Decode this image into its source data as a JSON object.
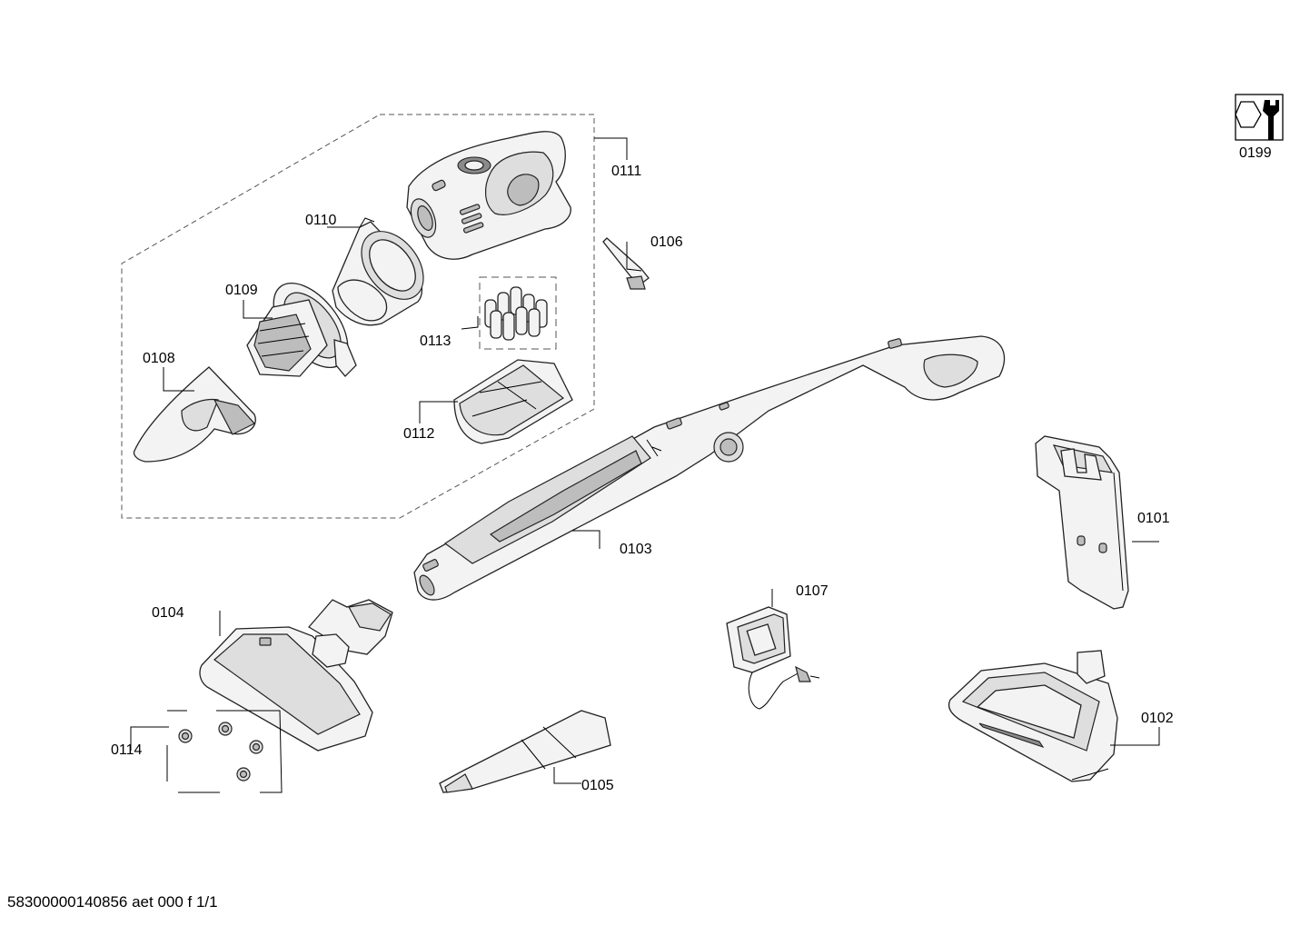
{
  "parts": {
    "p0101": "0101",
    "p0102": "0102",
    "p0103": "0103",
    "p0104": "0104",
    "p0105": "0105",
    "p0106": "0106",
    "p0107": "0107",
    "p0108": "0108",
    "p0109": "0109",
    "p0110": "0110",
    "p0111": "0111",
    "p0112": "0112",
    "p0113": "0113",
    "p0114": "0114",
    "p0199": "0199"
  },
  "footer": {
    "document_id": "58300000140856 aet 000 f 1/1"
  },
  "icons": {
    "service_icon": "hex-nut-wrench-icon"
  }
}
